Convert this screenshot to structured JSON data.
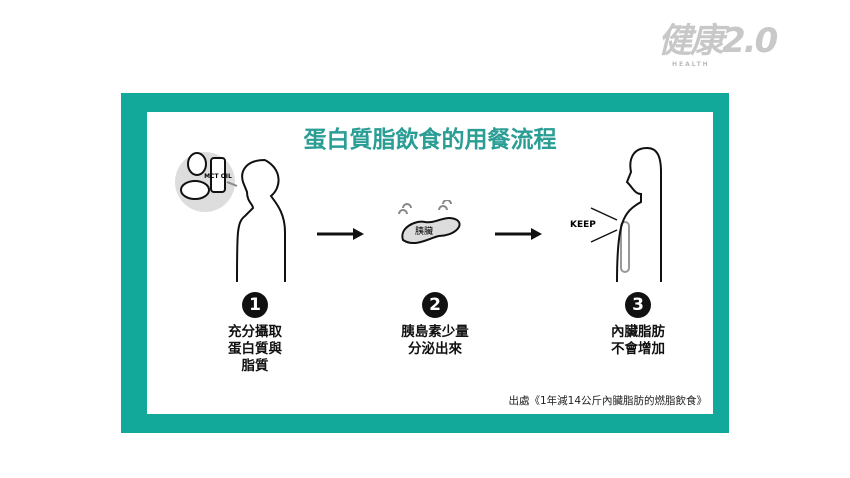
{
  "logo": {
    "text": "健康2.0",
    "sub": "HEALTH"
  },
  "title": "蛋白質脂飲食的用餐流程",
  "steps": [
    {
      "number": "1",
      "caption": "充分攝取\n蛋白質與\n脂質"
    },
    {
      "number": "2",
      "caption": "胰島素少量\n分泌出來"
    },
    {
      "number": "3",
      "caption": "內臟脂肪\n不會增加"
    }
  ],
  "labels": {
    "mct": "MCT OIL",
    "organ": "胰臟",
    "keep": "KEEP"
  },
  "source": "出處《1年減14公斤內臟脂肪的燃脂飲食》",
  "colors": {
    "frame": "#13a99a",
    "title": "#2a9d95"
  }
}
